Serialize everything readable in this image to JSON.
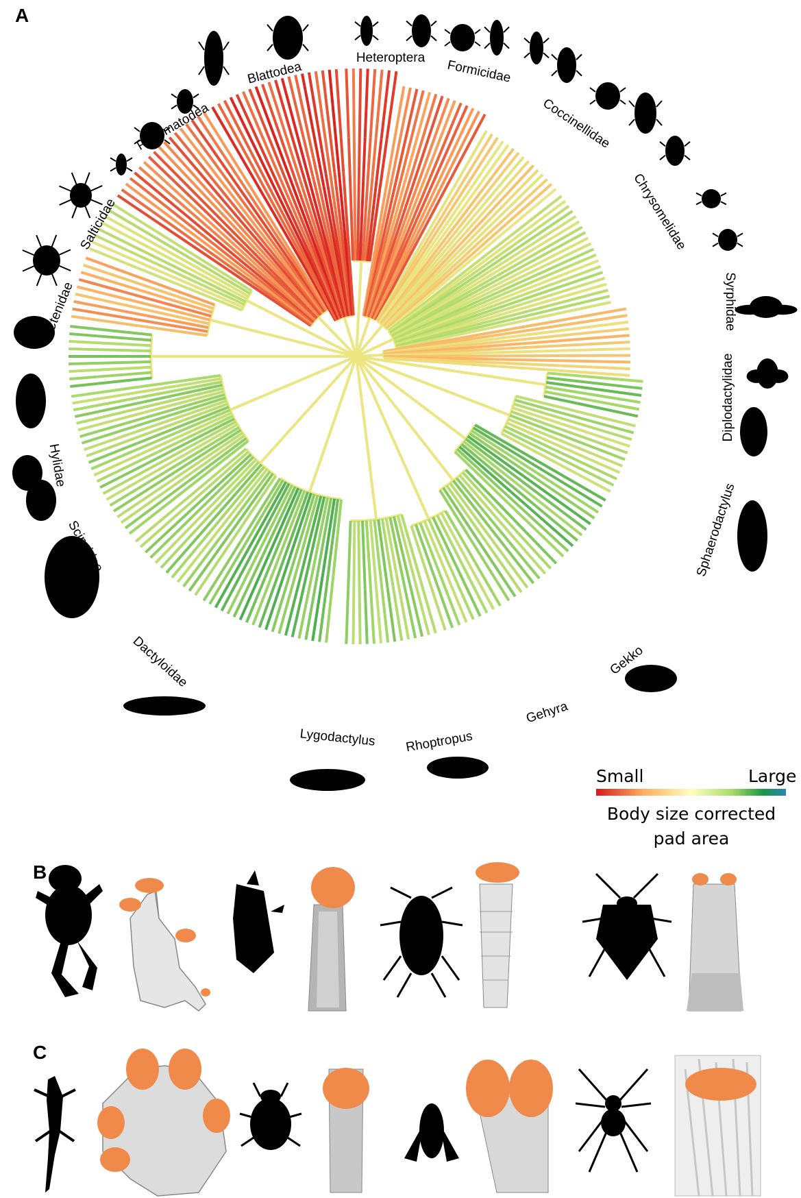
{
  "panels": {
    "a": "A",
    "b": "B",
    "c": "C"
  },
  "clades": [
    {
      "id": "heteroptera",
      "label": "Heteroptera"
    },
    {
      "id": "formicidae",
      "label": "Formicidae"
    },
    {
      "id": "coccinellidae",
      "label": "Coccinellidae"
    },
    {
      "id": "chrysomelidae",
      "label": "Chrysomelidae"
    },
    {
      "id": "syrphidae",
      "label": "Syrphidae"
    },
    {
      "id": "diplodactylidae",
      "label": "Diplodactylidae"
    },
    {
      "id": "sphaerodactylus",
      "label": "Sphaerodactylus"
    },
    {
      "id": "gekko",
      "label": "Gekko"
    },
    {
      "id": "gehyra",
      "label": "Gehyra"
    },
    {
      "id": "rhoptropus",
      "label": "Rhoptropus"
    },
    {
      "id": "lygodactylus",
      "label": "Lygodactylus"
    },
    {
      "id": "dactyloidae",
      "label": "Dactyloidae"
    },
    {
      "id": "scincidae",
      "label": "Scincidae"
    },
    {
      "id": "hylidae",
      "label": "Hylidae"
    },
    {
      "id": "ctenidae",
      "label": "Ctenidae"
    },
    {
      "id": "salticidae",
      "label": "Salticidae"
    },
    {
      "id": "phasmatodea",
      "label": "Phasmatodea"
    },
    {
      "id": "blattodea",
      "label": "Blattodea"
    }
  ],
  "legend": {
    "min_label": "Small",
    "max_label": "Large",
    "title_line1": "Body size corrected",
    "title_line2": "pad area",
    "colors": [
      "#d7191c",
      "#fdae61",
      "#ffffbf",
      "#a6d96a",
      "#1a9641",
      "#2b83ba"
    ]
  },
  "pad_color": "#f08a4b"
}
